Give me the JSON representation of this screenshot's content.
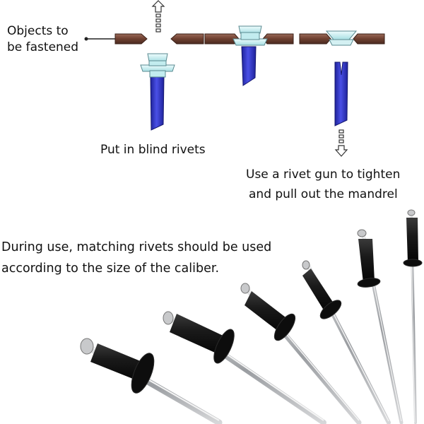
{
  "labels": {
    "objects_line1": "Objects to",
    "objects_line2": "be fastened",
    "put_in": "Put in blind rivets",
    "gun_line1": "Use a rivet gun to tighten",
    "gun_line2": "and pull out the mandrel",
    "note_line1": "During use, matching rivets should be used",
    "note_line2": "according to the size of the caliber."
  },
  "colors": {
    "plate_brown": "#7a4a3a",
    "rivet_head_fill": "#d4f0f2",
    "mandrel_blue": "#3a3fd0",
    "rivet_body_black": "#1c1c1c",
    "shaft_silver": "#b9bcc0"
  },
  "icons": {
    "arrow_up": "hollow-arrow-up-icon",
    "arrow_down": "hollow-arrow-down-icon"
  }
}
